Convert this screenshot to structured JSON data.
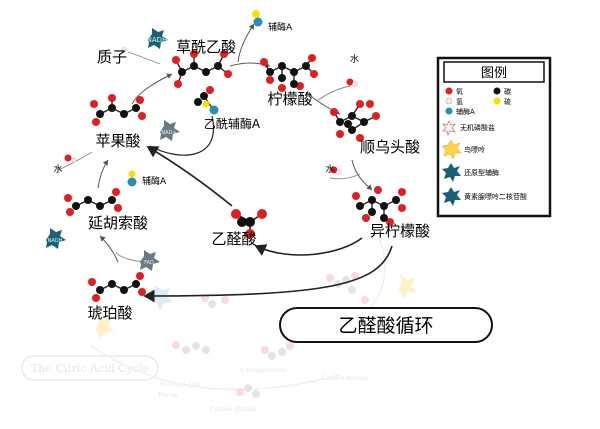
{
  "title": "乙醛酸循环",
  "watermark": {
    "title": "The Citric Acid Cycle",
    "labels": [
      "Succinyl-CoA",
      "Proton",
      "Carbon dioxide",
      "α-ketoglutarate",
      "Carbon dioxide"
    ]
  },
  "legend": {
    "heading": "图例",
    "items": {
      "oxygen": "氧",
      "carbon": "碳",
      "hydrogen": "氢",
      "sulfur": "硫",
      "coa": "辅酶A",
      "phosphate": "无机磷酸盐",
      "gtp": "鸟嘌呤",
      "nadh": "还原型辅酶",
      "fad": "黄素腺嘌呤二核苷酸"
    }
  },
  "labels": {
    "citrate": "柠檬酸",
    "cis_aconitate": "顺乌头酸",
    "isocitrate": "异柠檬酸",
    "glyoxylate": "乙醛酸",
    "succinate": "琥珀酸",
    "fumarate": "延胡索酸",
    "malate": "苹果酸",
    "oxaloacetate": "草酰乙酸",
    "acetyl_coa": "乙酰辅酶A",
    "proton": "质子",
    "coa_top": "辅酶A",
    "coa_left": "辅酶A",
    "water_left": "水",
    "water_right": "水",
    "water_top": "水"
  },
  "icon_text": {
    "nadh": "NADH",
    "nad": "NAD+",
    "fad": "FAD",
    "fadh": "FADH2"
  },
  "colors": {
    "oxygen": "#e02020",
    "carbon": "#111111",
    "hydrogen": "#f0f0f0",
    "sulfur": "#f5e000",
    "coa": "#2a8fb0",
    "nadh": "#1c5f78",
    "nad": "#6a7a84",
    "gtp": "#ffd24d"
  }
}
